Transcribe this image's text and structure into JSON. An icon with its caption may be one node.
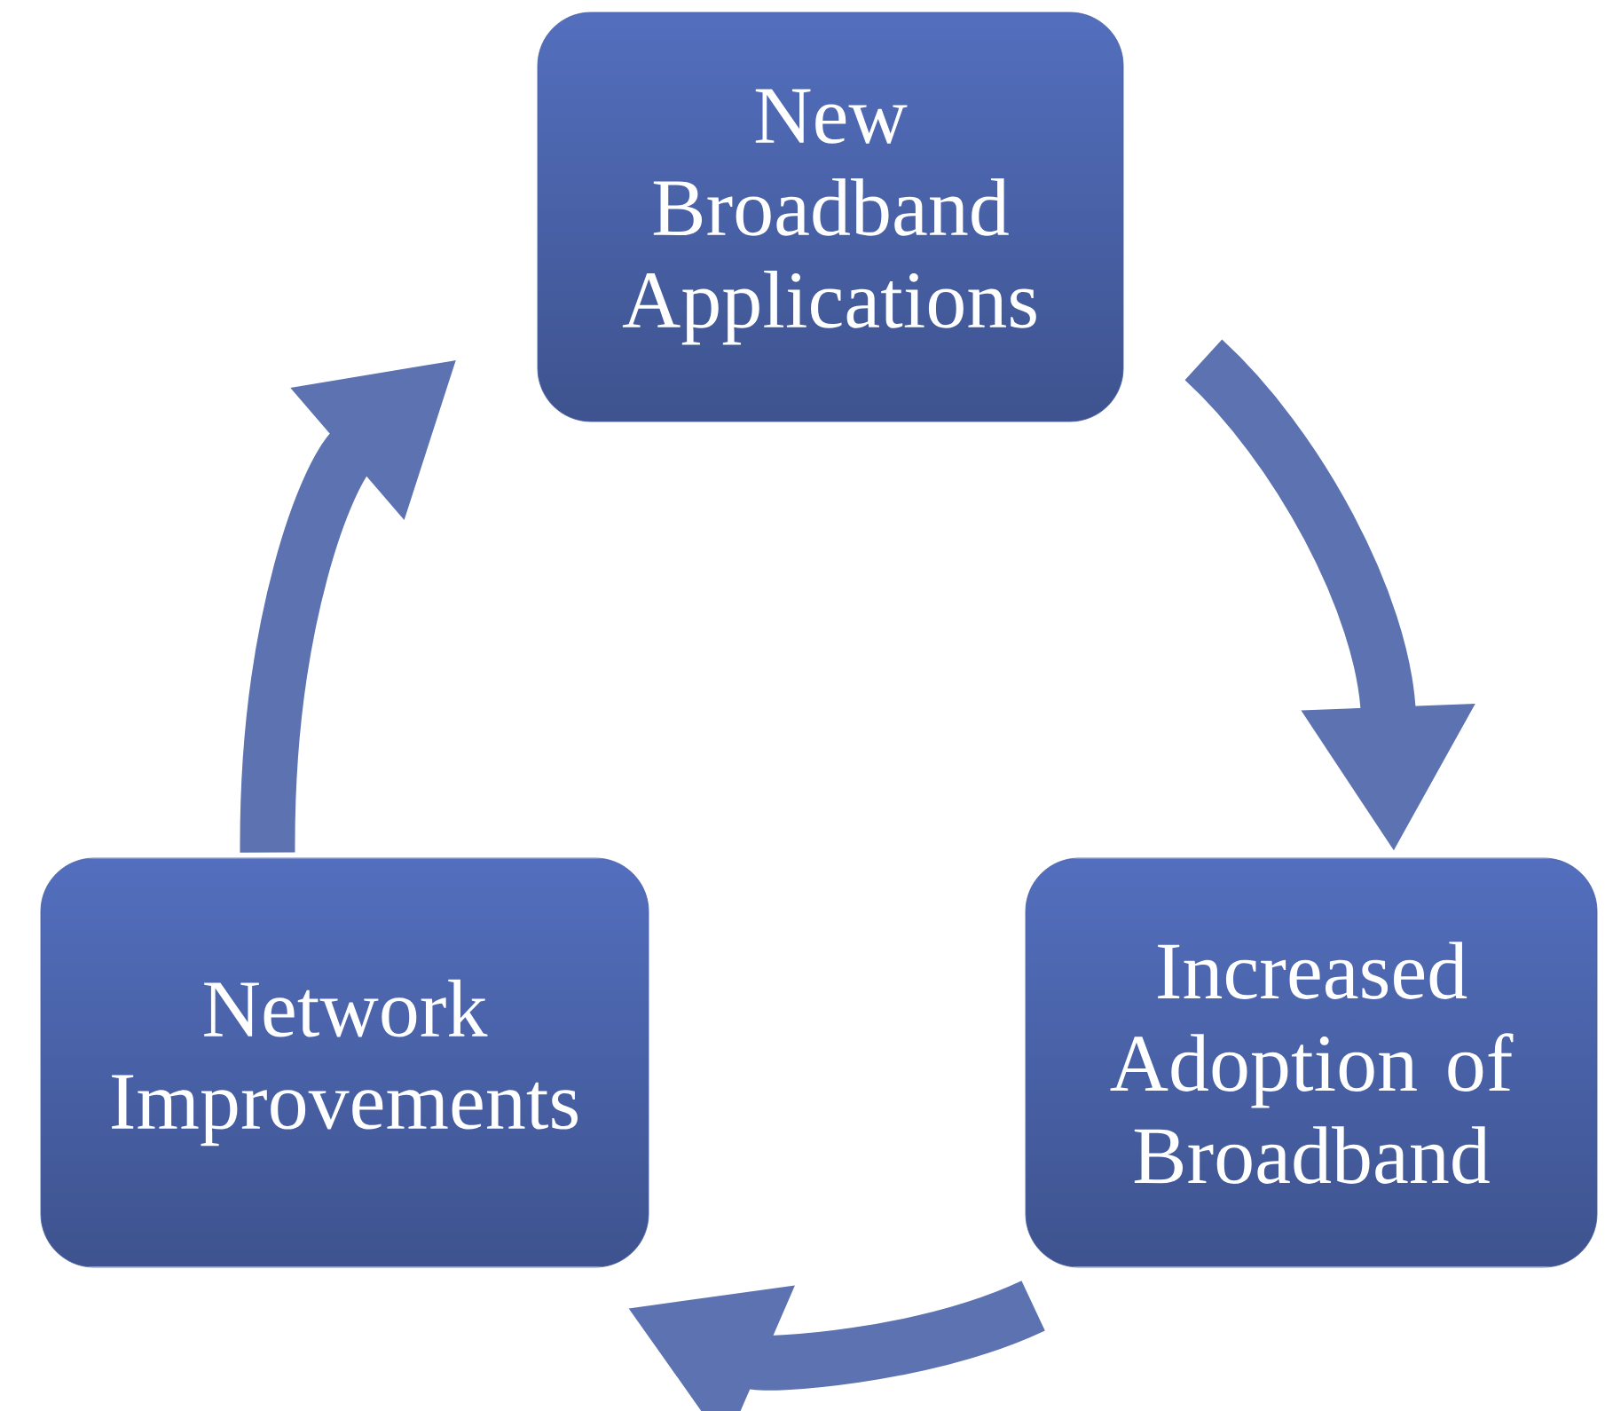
{
  "diagram": {
    "nodes": [
      {
        "text": [
          "New Broadband Applications"
        ]
      },
      {
        "text": [
          "Increased Adoption of Broadband"
        ]
      },
      {
        "text": [
          "Network Improvements"
        ]
      }
    ],
    "edges": [
      {
        "from": 0,
        "to": 1,
        "arrow": "to"
      },
      {
        "from": 1,
        "to": 2,
        "arrow": "to"
      },
      {
        "from": 2,
        "to": 0,
        "arrow": "to"
      }
    ]
  }
}
